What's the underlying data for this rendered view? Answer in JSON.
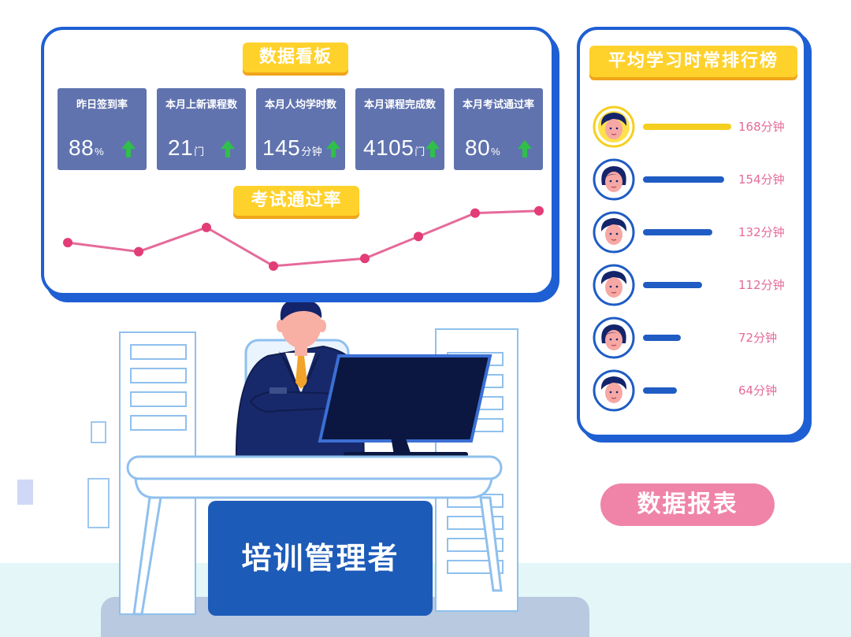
{
  "dashboard": {
    "title": "数据看板",
    "cards": [
      {
        "label": "昨日签到率",
        "value": "88",
        "unit": "%"
      },
      {
        "label": "本月上新课程数",
        "value": "21",
        "unit": "门"
      },
      {
        "label": "本月人均学时数",
        "value": "145",
        "unit": "分钟"
      },
      {
        "label": "本月课程完成数",
        "value": "4105",
        "unit": "门"
      },
      {
        "label": "本月考试通过率",
        "value": "80",
        "unit": "%"
      }
    ],
    "trend_icon": "up-arrow-icon",
    "trend_color": "#2fbf4a",
    "exam_title": "考试通过率",
    "line_color": "#e56a9a",
    "line_points": [
      0.52,
      0.4,
      0.72,
      0.21,
      0.31,
      0.6,
      0.91,
      0.94
    ]
  },
  "ranking": {
    "title": "平均学习时常排行榜",
    "items": [
      {
        "minutes": "168分钟",
        "value": 168,
        "color": "#f5cf1f",
        "avatar": "male-avatar-icon"
      },
      {
        "minutes": "154分钟",
        "value": 154,
        "color": "#1f5cc4",
        "avatar": "female-avatar-icon"
      },
      {
        "minutes": "132分钟",
        "value": 132,
        "color": "#1f5cc4",
        "avatar": "male-avatar-icon"
      },
      {
        "minutes": "112分钟",
        "value": 112,
        "color": "#1f5cc4",
        "avatar": "male-avatar-icon"
      },
      {
        "minutes": "72分钟",
        "value": 72,
        "color": "#1f5cc4",
        "avatar": "female-avatar-icon"
      },
      {
        "minutes": "64分钟",
        "value": 64,
        "color": "#1f5cc4",
        "avatar": "male-avatar-icon"
      }
    ]
  },
  "report_button": "数据报表",
  "desk_sign": "培训管理者",
  "colors": {
    "accent": "#1e5fd3",
    "tag": "#ffd12b",
    "card": "#6073ae",
    "pink": "#ef84a8"
  }
}
